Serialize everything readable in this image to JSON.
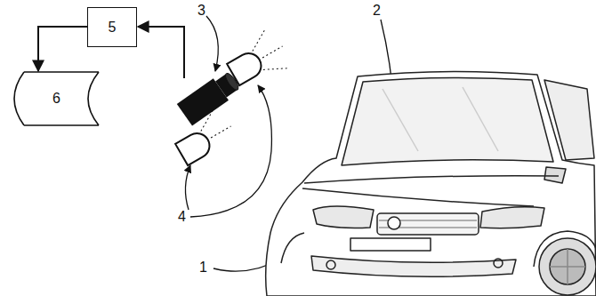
{
  "diagram": {
    "nodes": [
      {
        "text": [
          "5"
        ]
      },
      {
        "text": [
          "6"
        ]
      }
    ],
    "edges": [
      {
        "from": 0,
        "to": 1,
        "arrow": "to"
      }
    ],
    "labels": [
      "3",
      "2",
      "4",
      "1"
    ]
  }
}
